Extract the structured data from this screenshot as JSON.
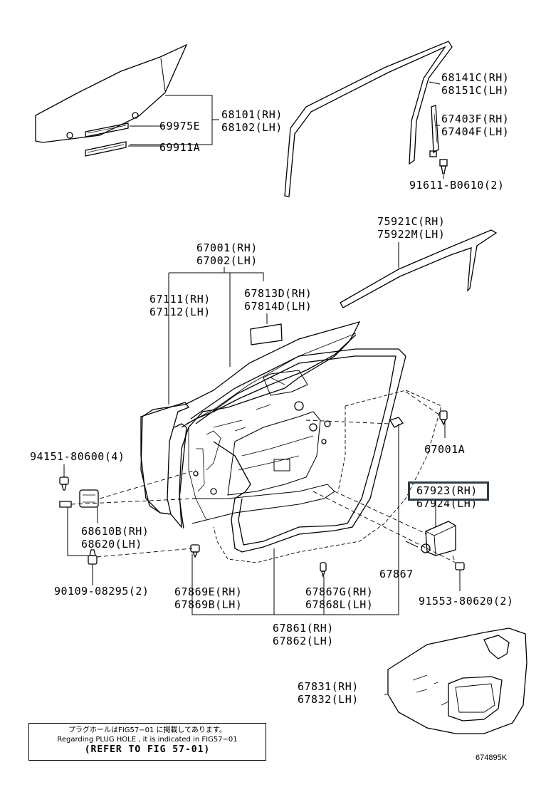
{
  "labels": {
    "p68101": [
      "68101(RH)",
      "68102(LH)"
    ],
    "p69975": "69975E",
    "p69911": "69911A",
    "p68141": [
      "68141C(RH)",
      "68151C(LH)"
    ],
    "p67403": [
      "67403F(RH)",
      "67404F(LH)"
    ],
    "p91611": "91611-B0610(2)",
    "p75921": [
      "75921C(RH)",
      "75922M(LH)"
    ],
    "p67001": [
      "67001(RH)",
      "67002(LH)"
    ],
    "p67111": [
      "67111(RH)",
      "67112(LH)"
    ],
    "p67813": [
      "67813D(RH)",
      "67814D(LH)"
    ],
    "p94151": "94151-80600(4)",
    "p67001A": "67001A",
    "p67923": [
      "67923(RH)",
      "67924(LH)"
    ],
    "p68610": [
      "68610B(RH)",
      "68620(LH)"
    ],
    "p67867": "67867",
    "p90109": "90109-08295(2)",
    "p67869": [
      "67869E(RH)",
      "67869B(LH)"
    ],
    "p67867G": [
      "67867G(RH)",
      "67868L(LH)"
    ],
    "p91553": "91553-80620(2)",
    "p67861": [
      "67861(RH)",
      "67862(LH)"
    ],
    "p67831": [
      "67831(RH)",
      "67832(LH)"
    ]
  },
  "note": {
    "jp": "プラグホールはFIG57−01 に掲載してあります。",
    "en": "Regarding PLUG HOLE , it is indicated in FIG57−01",
    "ref": "(REFER TO FIG 57-01)"
  },
  "figure_id": "674895K",
  "highlight_color": "#2f3d45"
}
